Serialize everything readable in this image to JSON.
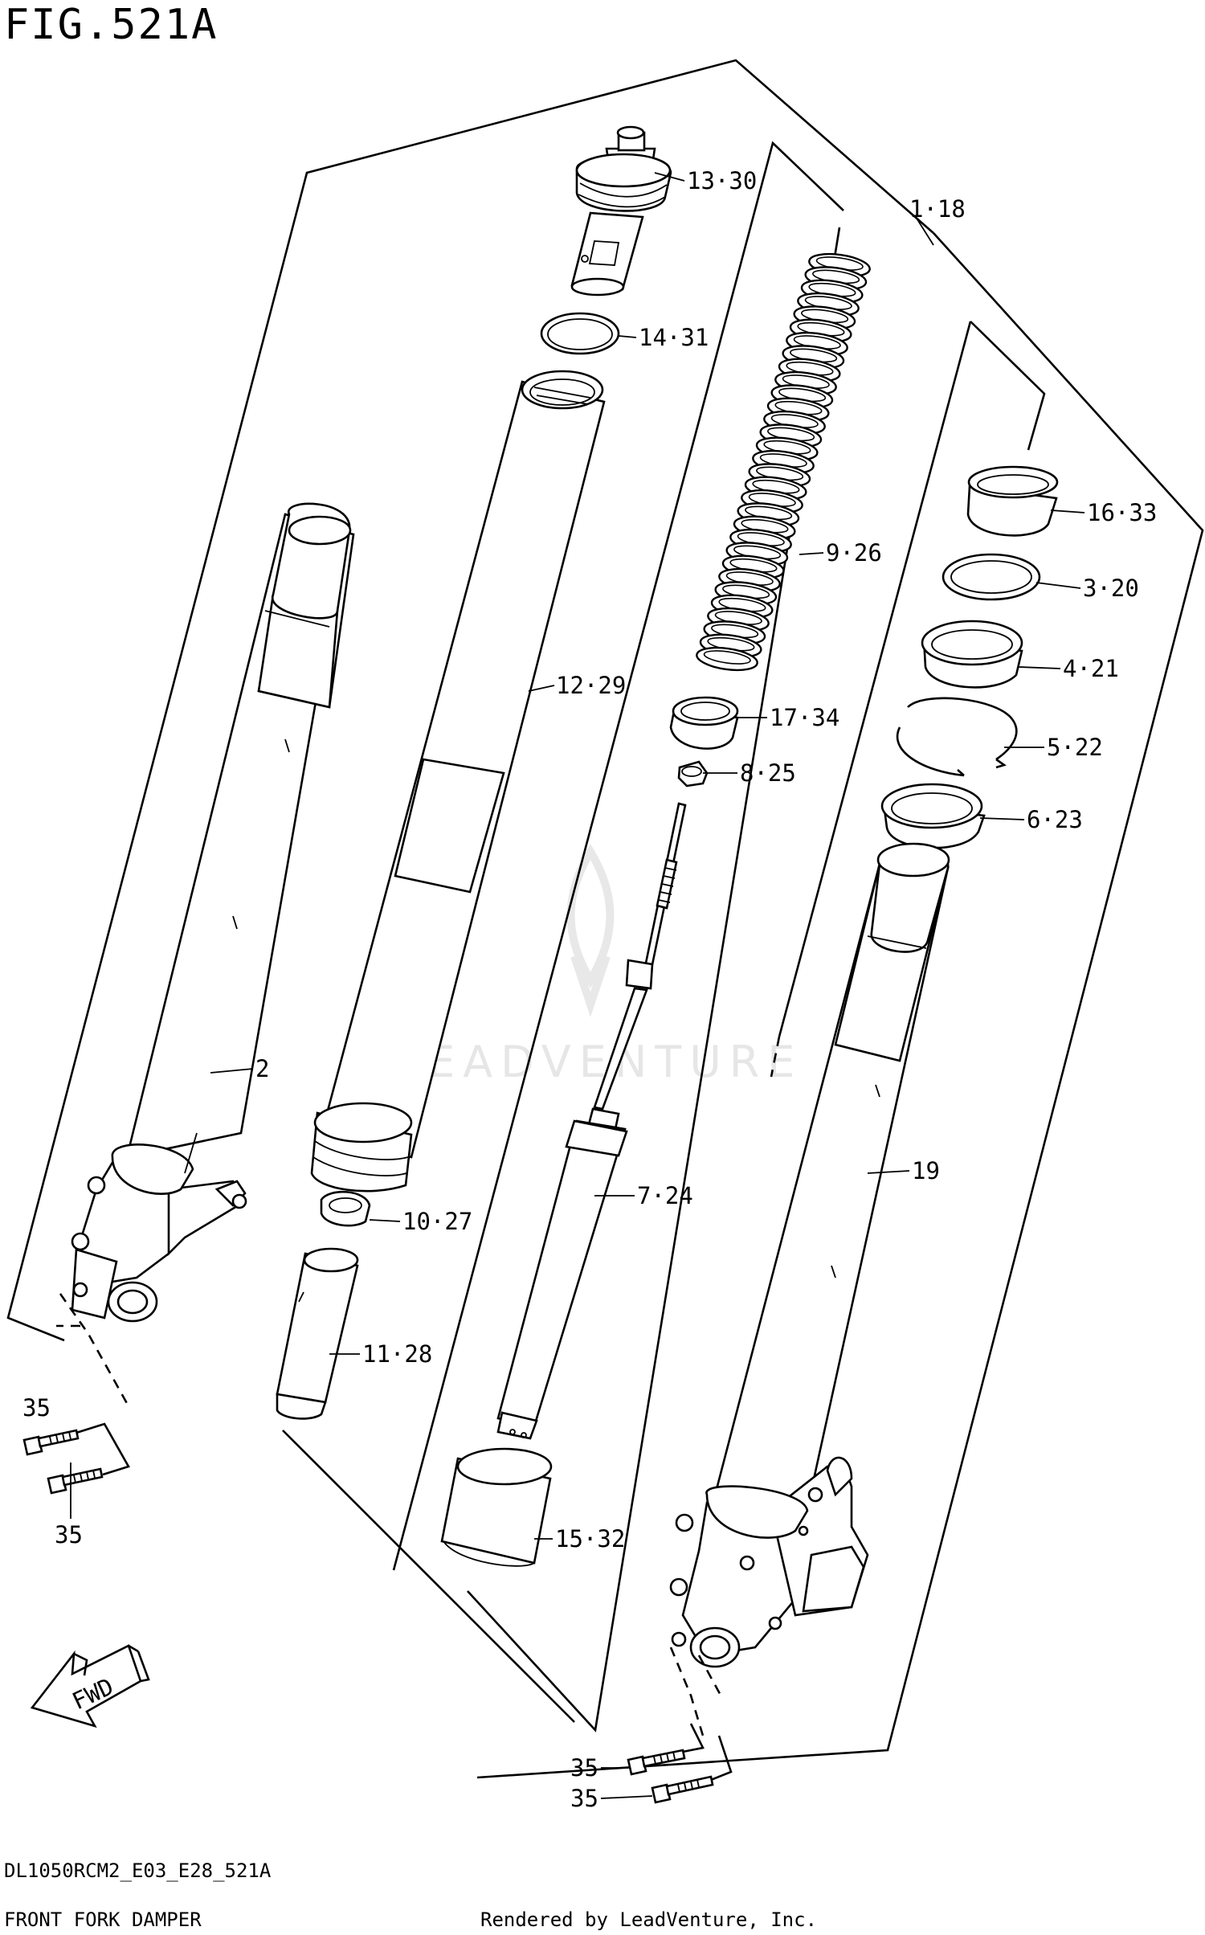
{
  "figure_title": "FIG.521A",
  "callouts": [
    {
      "id": "p13",
      "text": "13·30"
    },
    {
      "id": "p1",
      "text": "1·18"
    },
    {
      "id": "p14",
      "text": "14·31"
    },
    {
      "id": "p16",
      "text": "16·33"
    },
    {
      "id": "p9",
      "text": "9·26"
    },
    {
      "id": "p3",
      "text": "3·20"
    },
    {
      "id": "p4",
      "text": "4·21"
    },
    {
      "id": "p12",
      "text": "12·29"
    },
    {
      "id": "p17",
      "text": "17·34"
    },
    {
      "id": "p5",
      "text": "5·22"
    },
    {
      "id": "p8",
      "text": "8·25"
    },
    {
      "id": "p6",
      "text": "6·23"
    },
    {
      "id": "p2",
      "text": "2"
    },
    {
      "id": "p19",
      "text": "19"
    },
    {
      "id": "p7",
      "text": "7·24"
    },
    {
      "id": "p10",
      "text": "10·27"
    },
    {
      "id": "p11",
      "text": "11·28"
    },
    {
      "id": "p35a",
      "text": "35"
    },
    {
      "id": "p35b",
      "text": "35"
    },
    {
      "id": "p15",
      "text": "15·32"
    },
    {
      "id": "p35c",
      "text": "35"
    },
    {
      "id": "p35d",
      "text": "35"
    }
  ],
  "fwd_label": "FWD",
  "watermark": "LEADVENTURE",
  "footer": {
    "model_code": "DL1050RCM2_E03_E28_521A",
    "section_name": "FRONT FORK DAMPER",
    "rendered_by": "Rendered by LeadVenture, Inc."
  }
}
